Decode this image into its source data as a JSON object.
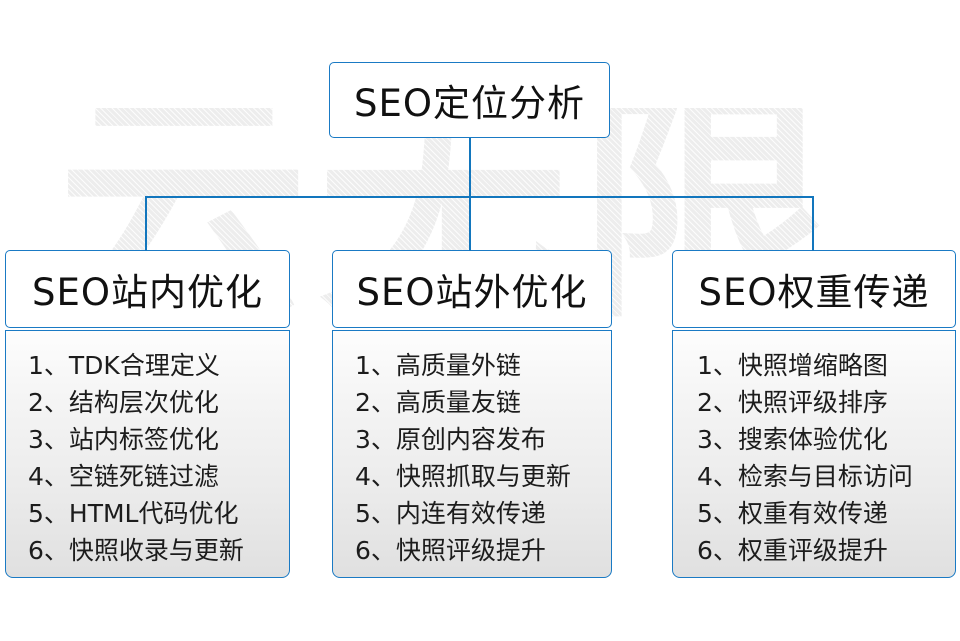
{
  "watermark": {
    "text": "云无限"
  },
  "colors": {
    "line": "#1276bd",
    "border": "#1a7ac4",
    "text": "#111111",
    "body_bg_top": "#fdfdfd",
    "body_bg_bottom": "#e0e0e0",
    "watermark": "#ededed"
  },
  "root": {
    "label": "SEO定位分析"
  },
  "columns": [
    {
      "header": "SEO站内优化",
      "items": [
        "1、TDK合理定义",
        "2、结构层次优化",
        "3、站内标签优化",
        "4、空链死链过滤",
        "5、HTML代码优化",
        "6、快照收录与更新"
      ]
    },
    {
      "header": "SEO站外优化",
      "items": [
        "1、高质量外链",
        "2、高质量友链",
        "3、原创内容发布",
        "4、快照抓取与更新",
        "5、内连有效传递",
        "6、快照评级提升"
      ]
    },
    {
      "header": "SEO权重传递",
      "items": [
        "1、快照增缩略图",
        "2、快照评级排序",
        "3、搜索体验优化",
        "4、检索与目标访问",
        "5、权重有效传递",
        "6、权重评级提升"
      ]
    }
  ]
}
